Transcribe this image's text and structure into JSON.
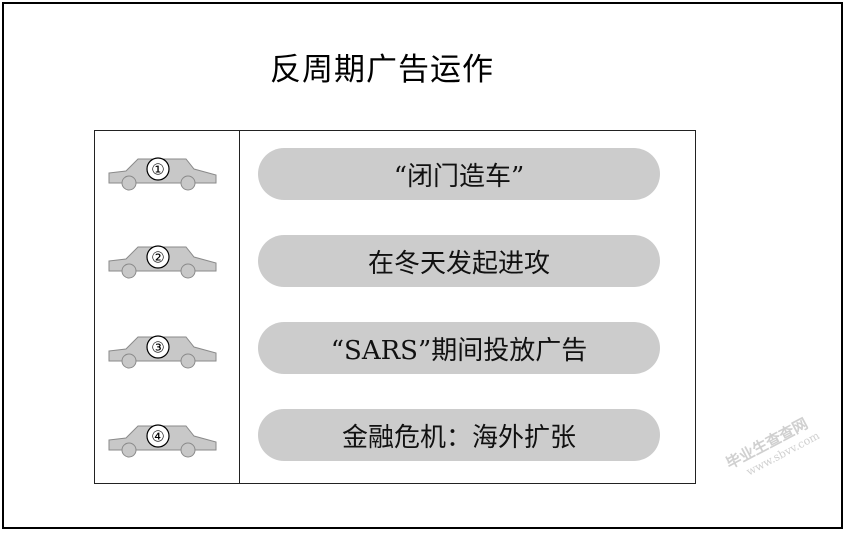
{
  "title": "反周期广告运作",
  "rows": [
    {
      "number": "①",
      "label": "“闭门造车”",
      "icon": "car-icon"
    },
    {
      "number": "②",
      "label": "在冬天发起进攻",
      "icon": "car-icon"
    },
    {
      "number": "③",
      "label": "“SARS”期间投放广告",
      "icon": "car-icon"
    },
    {
      "number": "④",
      "label": "金融危机：海外扩张",
      "icon": "car-icon"
    }
  ],
  "watermark": {
    "name": "毕业生查查网",
    "url": "www.sbvv.com"
  },
  "colors": {
    "pill": "#cccccc",
    "car": "#c8c8c8",
    "border": "#000000"
  }
}
